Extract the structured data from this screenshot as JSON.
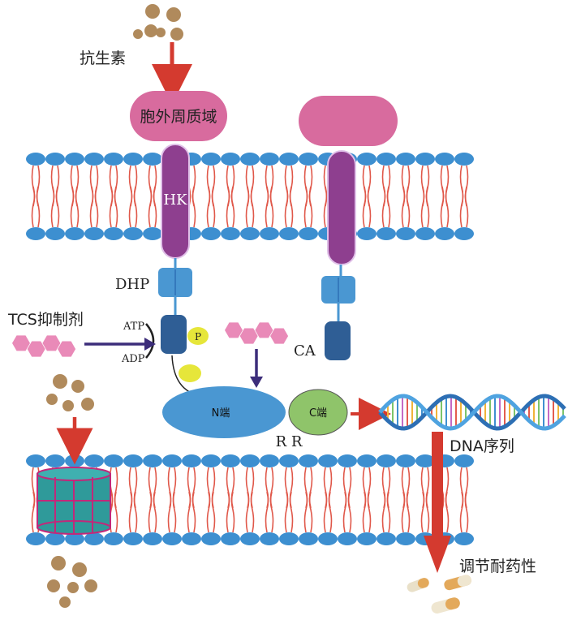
{
  "labels": {
    "antibiotic": "抗生素",
    "periplasmic_domain": "胞外周质域",
    "hk": "HK",
    "dhp": "DHP",
    "ca": "CA",
    "tcs_inhibitor": "TCS抑制剂",
    "atp": "ATP",
    "adp": "ADP",
    "p": "P",
    "n_terminal": "N端",
    "c_terminal": "C端",
    "rr": "R R",
    "dna_sequence": "DNA序列",
    "regulate_resistance": "调节耐药性"
  },
  "colors": {
    "membrane_head": "#3d8fd0",
    "membrane_tail": "#e0584a",
    "periplasmic": "#d86b9e",
    "hk_body": "#8e3f8f",
    "dhp": "#4a97d2",
    "ca": "#2f5e95",
    "antibiotic": "#b08a5c",
    "inhibitor": "#e98ab8",
    "phosphate": "#e6e63a",
    "n_terminal": "#4a97d2",
    "c_terminal": "#8fc46a",
    "red_arrow": "#d43a2f",
    "purple_arrow": "#3c2d7a",
    "porin": "#2f9a9a",
    "porin_edge": "#c2287a",
    "dna_strand": "#2d6fb4"
  }
}
